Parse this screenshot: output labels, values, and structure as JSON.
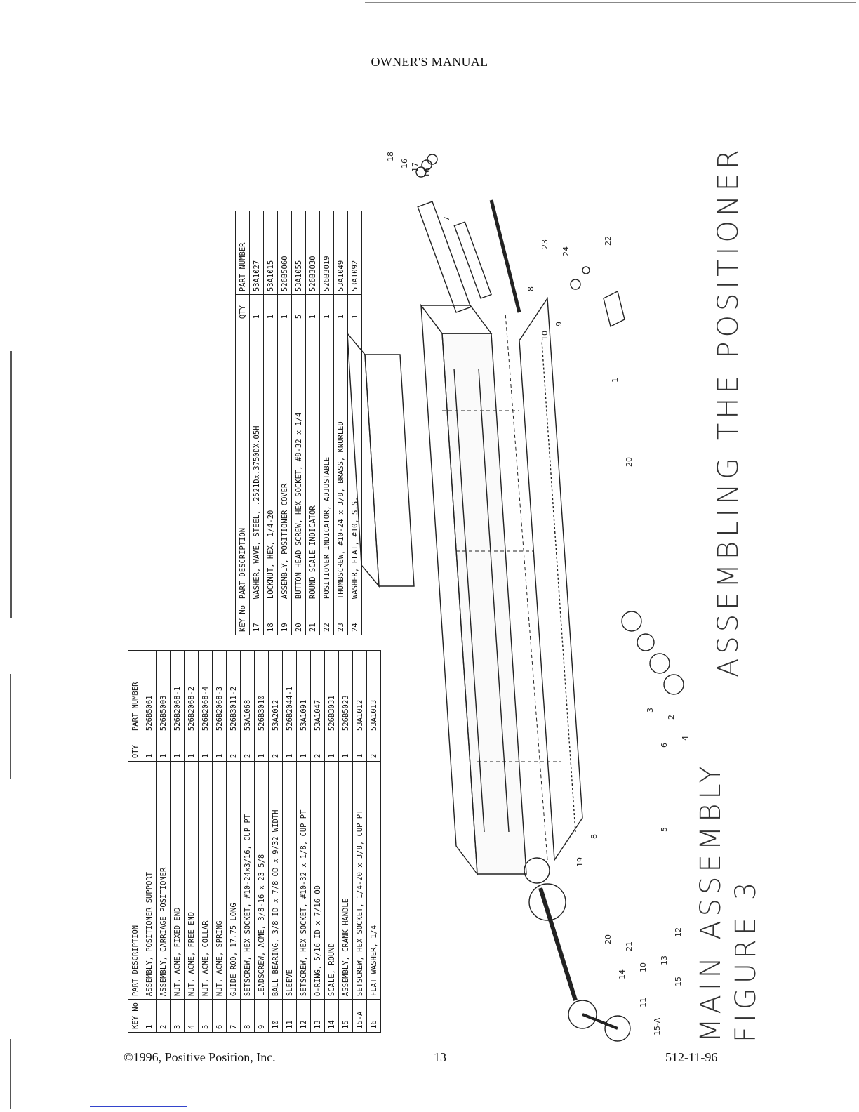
{
  "header": {
    "title": "OWNER'S MANUAL"
  },
  "footer": {
    "copyright": "©1996, Positive Position, Inc.",
    "page_number": "13",
    "doc_code": "512-11-96"
  },
  "figure": {
    "title_main": "MAIN ASSEMBLY",
    "title_figure": "FIGURE 3",
    "title_right": "ASSEMBLING THE POSITIONER"
  },
  "table_headers": {
    "key": "KEY No",
    "desc": "PART DESCRIPTION",
    "qty": "QTY",
    "part": "PART NUMBER"
  },
  "parts_left": [
    {
      "key": "1",
      "desc": "ASSEMBLY, POSITIONER SUPPORT",
      "qty": "1",
      "part": "526B5061"
    },
    {
      "key": "2",
      "desc": "ASSEMBLY, CARRIAGE POSITIONER",
      "qty": "1",
      "part": "526B5003"
    },
    {
      "key": "3",
      "desc": "NUT, ACME, FIXED END",
      "qty": "1",
      "part": "526B2068-1"
    },
    {
      "key": "4",
      "desc": "NUT, ACME, FREE END",
      "qty": "1",
      "part": "526B2068-2"
    },
    {
      "key": "5",
      "desc": "NUT, ACME, COLLAR",
      "qty": "1",
      "part": "526B2068-4"
    },
    {
      "key": "6",
      "desc": "NUT, ACME, SPRING",
      "qty": "1",
      "part": "526B2068-3"
    },
    {
      "key": "7",
      "desc": "GUIDE ROD, 17.75 LONG",
      "qty": "2",
      "part": "526B3011-2"
    },
    {
      "key": "8",
      "desc": "SETSCREW, HEX SOCKET, #10-24x3/16, CUP PT",
      "qty": "2",
      "part": "53A1068"
    },
    {
      "key": "9",
      "desc": "LEADSCREW, ACME, 3/8-16 x 23 5/8",
      "qty": "1",
      "part": "526B3010"
    },
    {
      "key": "10",
      "desc": "BALL BEARING, 3/8 ID x 7/8 OD x 9/32 WIDTH",
      "qty": "2",
      "part": "53A2012"
    },
    {
      "key": "11",
      "desc": "SLEEVE",
      "qty": "1",
      "part": "526B2044-1"
    },
    {
      "key": "12",
      "desc": "SETSCREW, HEX SOCKET, #10-32 x 1/8, CUP PT",
      "qty": "1",
      "part": "53A1091"
    },
    {
      "key": "13",
      "desc": "O-RING, 5/16 ID x 7/16 OD",
      "qty": "2",
      "part": "53A1047"
    },
    {
      "key": "14",
      "desc": "SCALE, ROUND",
      "qty": "1",
      "part": "526B3031"
    },
    {
      "key": "15",
      "desc": "ASSEMBLY, CRANK HANDLE",
      "qty": "1",
      "part": "526B5023"
    },
    {
      "key": "15-A",
      "desc": "SETSCREW, HEX SOCKET, 1/4-20 x 3/8, CUP PT",
      "qty": "1",
      "part": "53A1012"
    },
    {
      "key": "16",
      "desc": "FLAT WASHER, 1/4",
      "qty": "2",
      "part": "53A1013"
    }
  ],
  "parts_right": [
    {
      "key": "17",
      "desc": "WASHER, WAVE, STEEL, .2521Dx.3750DX.05H",
      "qty": "1",
      "part": "53A1027"
    },
    {
      "key": "18",
      "desc": "LOCKNUT, HEX, 1/4-20",
      "qty": "1",
      "part": "53A1015"
    },
    {
      "key": "19",
      "desc": "ASSEMBLY, POSITIONER COVER",
      "qty": "1",
      "part": "526B5060"
    },
    {
      "key": "20",
      "desc": "BUTTON HEAD SCREW, HEX SOCKET, #8-32 x 1/4",
      "qty": "5",
      "part": "53A1055"
    },
    {
      "key": "21",
      "desc": "ROUND SCALE INDICATOR",
      "qty": "1",
      "part": "526B3030"
    },
    {
      "key": "22",
      "desc": "POSITIONER INDICATOR, ADJUSTABLE",
      "qty": "1",
      "part": "526B3019"
    },
    {
      "key": "23",
      "desc": "THUMBSCREW, #10-24 x 3/8, BRASS, KNURLED",
      "qty": "1",
      "part": "53A1049"
    },
    {
      "key": "24",
      "desc": "WASHER, FLAT, #10, S.S.",
      "qty": "1",
      "part": "53A1092"
    }
  ],
  "callouts": [
    "18",
    "16",
    "17",
    "16",
    "7",
    "23",
    "24",
    "22",
    "8",
    "10",
    "9",
    "20",
    "1",
    "2",
    "3",
    "4",
    "6",
    "5",
    "8",
    "19",
    "21",
    "20",
    "14",
    "10",
    "13",
    "12",
    "11",
    "15",
    "15-A"
  ]
}
